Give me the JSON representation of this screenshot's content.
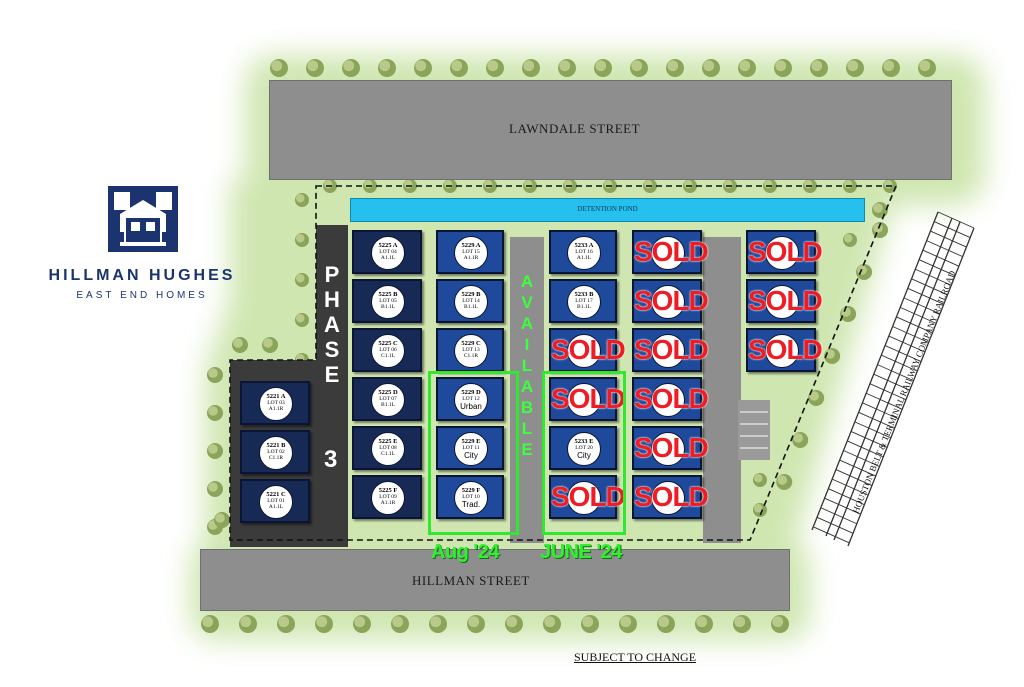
{
  "brand": {
    "name": "HILLMAN HUGHES",
    "subtitle": "EAST END HOMES"
  },
  "streets": {
    "north": "LAWNDALE STREET",
    "south": "HILLMAN STREET",
    "railroad": "HOUSTON BELT & TERMINAL RAILWAY COMPANY RAILROAD"
  },
  "pond_label": "DETENTION POND",
  "phase": {
    "word": [
      "P",
      "H",
      "A",
      "S",
      "E"
    ],
    "number": "3"
  },
  "available_letters": [
    "A",
    "V",
    "A",
    "I",
    "L",
    "A",
    "B",
    "L",
    "E"
  ],
  "release_dates": {
    "west": "Aug '24",
    "east": "JUNE '24"
  },
  "sold_label": "SOLD",
  "footer": "SUBJECT TO CHANGE",
  "colors": {
    "lot_blue": "#1f4a9b",
    "lot_dark": "#172a55",
    "sold": "#ee1c24",
    "available_green": "#2fe82f",
    "pond": "#25c0ee",
    "street": "#8e8e8e"
  },
  "columns": [
    {
      "id": "col-5221",
      "lots": [
        {
          "address": "5221 A",
          "lot": "LOT 03",
          "plan": "A1.1R",
          "sold": false
        },
        {
          "address": "5221 B",
          "lot": "LOT 02",
          "plan": "C1.1R",
          "sold": false
        },
        {
          "address": "5221 C",
          "lot": "LOT 01",
          "plan": "A1.1L",
          "sold": false
        }
      ]
    },
    {
      "id": "col-5225",
      "lots": [
        {
          "address": "5225 A",
          "lot": "LOT 04",
          "plan": "A1.1L",
          "sold": false
        },
        {
          "address": "5225 B",
          "lot": "LOT 05",
          "plan": "B1.1L",
          "sold": false
        },
        {
          "address": "5225 C",
          "lot": "LOT 06",
          "plan": "C1.1L",
          "sold": false
        },
        {
          "address": "5225 D",
          "lot": "LOT 07",
          "plan": "B1.1L",
          "sold": false
        },
        {
          "address": "5225 E",
          "lot": "LOT 08",
          "plan": "C1.1L",
          "sold": false
        },
        {
          "address": "5225 F",
          "lot": "LOT 09",
          "plan": "A1.1R",
          "sold": false
        }
      ]
    },
    {
      "id": "col-5229",
      "lots": [
        {
          "address": "5229 A",
          "lot": "LOT 15",
          "plan": "A1.1R",
          "sold": false
        },
        {
          "address": "5229 B",
          "lot": "LOT 14",
          "plan": "B1.1L",
          "sold": false
        },
        {
          "address": "5229 C",
          "lot": "LOT 13",
          "plan": "C1.1R",
          "sold": false
        },
        {
          "address": "5229 D",
          "lot": "LOT 12",
          "plan": "Urban",
          "sold": false
        },
        {
          "address": "5229 E",
          "lot": "LOT 11",
          "plan": "City",
          "sold": false
        },
        {
          "address": "5229 F",
          "lot": "LOT 10",
          "plan": "Trad.",
          "sold": false
        }
      ]
    },
    {
      "id": "col-5233",
      "lots": [
        {
          "address": "5233 A",
          "lot": "LOT 16",
          "plan": "A1.1L",
          "sold": false
        },
        {
          "address": "5233 B",
          "lot": "LOT 17",
          "plan": "B1.1L",
          "sold": false
        },
        {
          "address": "",
          "lot": "",
          "plan": "",
          "sold": true
        },
        {
          "address": "",
          "lot": "",
          "plan": "",
          "sold": true
        },
        {
          "address": "5233 E",
          "lot": "LOT 20",
          "plan": "City",
          "sold": false
        },
        {
          "address": "",
          "lot": "",
          "plan": "",
          "sold": true
        }
      ]
    },
    {
      "id": "col-e1",
      "lots": [
        {
          "address": "",
          "lot": "",
          "plan": "",
          "sold": true
        },
        {
          "address": "",
          "lot": "",
          "plan": "",
          "sold": true
        },
        {
          "address": "",
          "lot": "",
          "plan": "",
          "sold": true
        },
        {
          "address": "",
          "lot": "",
          "plan": "",
          "sold": true
        },
        {
          "address": "",
          "lot": "",
          "plan": "",
          "sold": true
        },
        {
          "address": "",
          "lot": "",
          "plan": "",
          "sold": true
        }
      ]
    },
    {
      "id": "col-e2",
      "lots": [
        {
          "address": "",
          "lot": "",
          "plan": "",
          "sold": true
        },
        {
          "address": "",
          "lot": "",
          "plan": "",
          "sold": true
        },
        {
          "address": "",
          "lot": "",
          "plan": "",
          "sold": true
        }
      ]
    }
  ]
}
